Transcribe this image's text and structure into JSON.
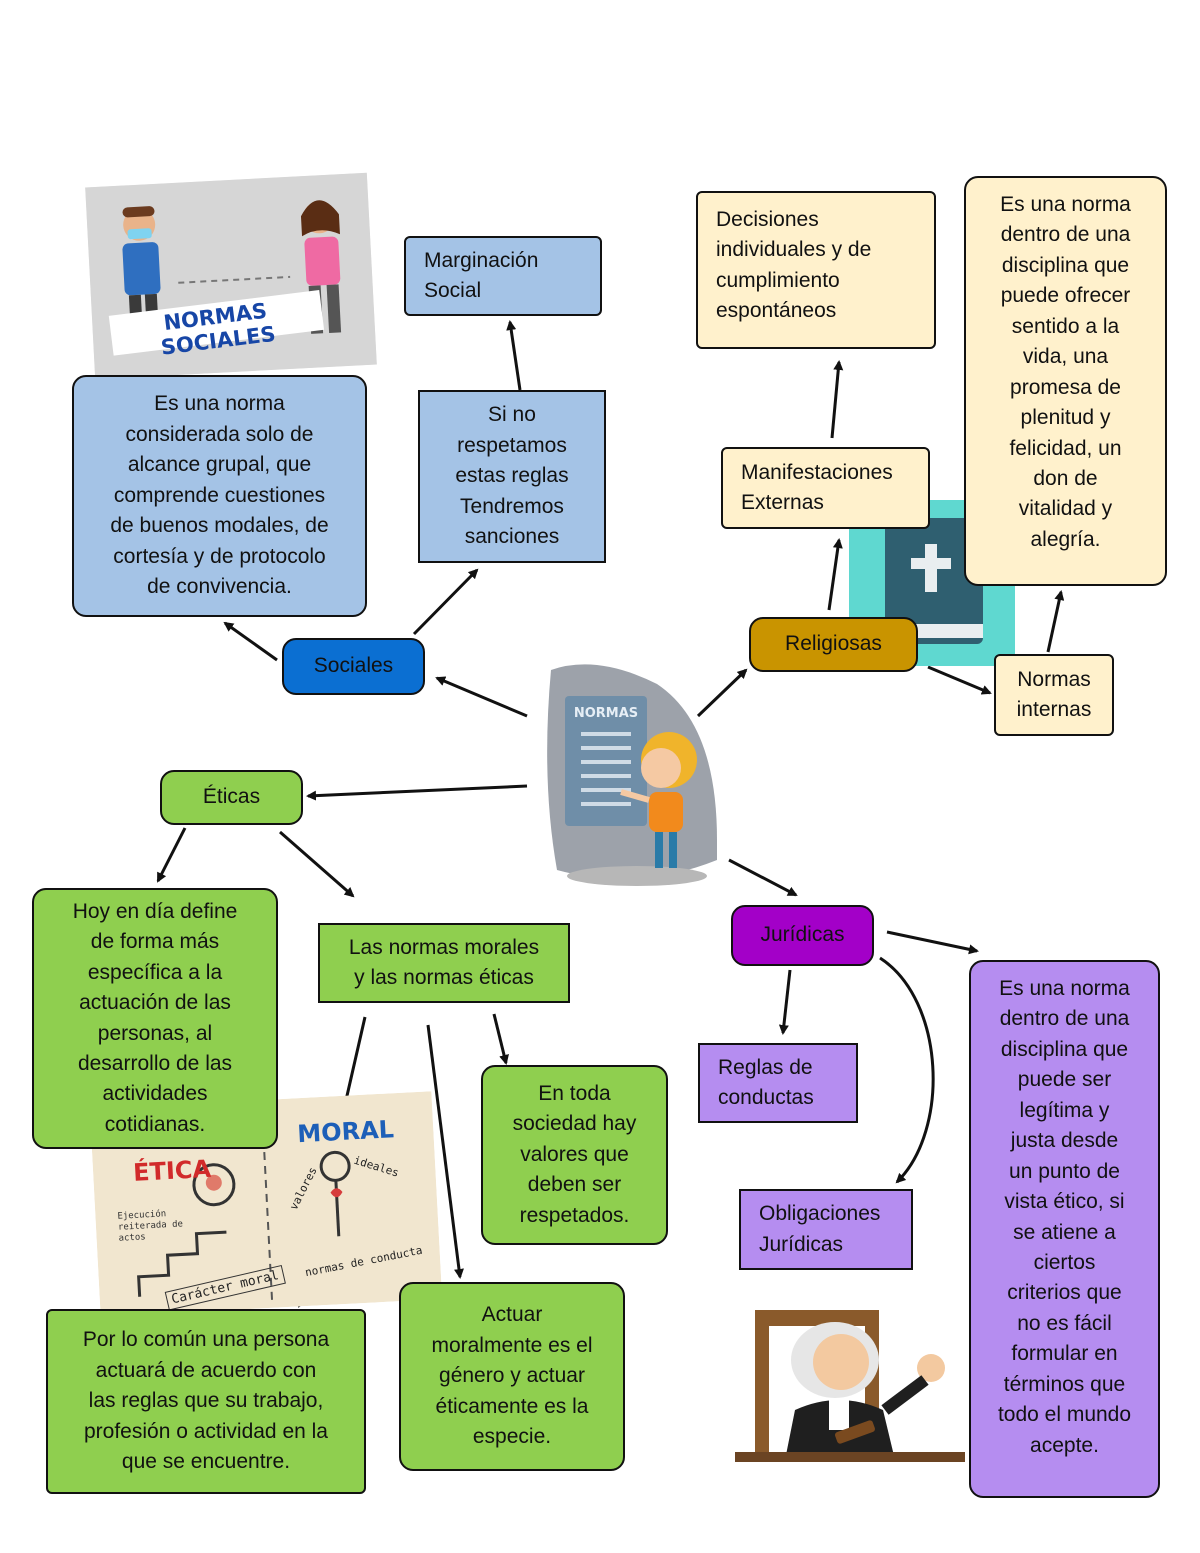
{
  "illustrations": {
    "normas_sociales_banner": "NORMAS SOCIALES",
    "board_title": "NORMAS",
    "etica_moral": {
      "etica": "ÉTICA",
      "moral": "MORAL",
      "left_note": "Ejecución reiterada de actos",
      "caracter": "Carácter moral",
      "valores": "valores",
      "ideales": "ideales",
      "normas_conducta": "normas de conducta"
    }
  },
  "center_nodes": {
    "sociales": "Sociales",
    "eticas": "Éticas",
    "religiosas": "Religiosas",
    "juridicas": "Jurídicas"
  },
  "sociales": {
    "definicion": "Es una norma\nconsiderada solo de\nalcance grupal, que\ncomprende cuestiones\nde buenos modales, de\ncortesía y de protocolo\nde convivencia.",
    "sanciones": "Si no\nrespetamos\nestas reglas\nTendremos\nsanciones",
    "marginacion": "Marginación\nSocial"
  },
  "religiosas": {
    "manifestaciones": "Manifestaciones\nExternas",
    "decisiones": "Decisiones\nindividuales y de\ncumplimiento\nespontáneos",
    "normas_internas": "Normas\ninternas",
    "definicion": "Es una norma\ndentro de una\ndisciplina que\npuede ofrecer\nsentido a la\nvida, una\npromesa de\nplenitud y\nfelicidad, un\ndon de\nvitalidad y\nalegría."
  },
  "eticas": {
    "hoy": "Hoy en día define\nde forma más\nespecífica a la\nactuación de las\npersonas, al\ndesarrollo de las\nactividades\ncotidianas.",
    "morales_eticas": "Las normas morales\ny las normas éticas",
    "valores": "En toda\nsociedad hay\nvalores que\ndeben ser\nrespetados.",
    "persona": "Por lo común una persona\nactuará de acuerdo con\nlas reglas que su trabajo,\nprofesión o actividad en la\nque se encuentre.",
    "actuar": "Actuar\nmoralmente es el\ngénero y actuar\néticamente es la\nespecie."
  },
  "juridicas": {
    "reglas": "Reglas de\nconductas",
    "obligaciones": "Obligaciones\nJurídicas",
    "definicion": "Es una norma\ndentro de una\ndisciplina que\npuede ser\nlegítima y\njusta desde\nun punto de\nvista ético, si\nse atiene a\nciertos\ncriterios que\nno es fácil\nformular en\ntérminos que\ntodo el mundo\nacepte."
  },
  "colors": {
    "blue_box": "#a4c3e6",
    "green_box": "#8fcf4f",
    "cream_box": "#fff1cc",
    "purple_box": "#b58df0",
    "sociales_node": "#0b6fd2",
    "religiosas_node": "#c99400",
    "juridicas_node": "#a300c8"
  },
  "icons": [
    "bible-icon",
    "teacher-girl-illustration",
    "judge-illustration",
    "people-illustration"
  ]
}
